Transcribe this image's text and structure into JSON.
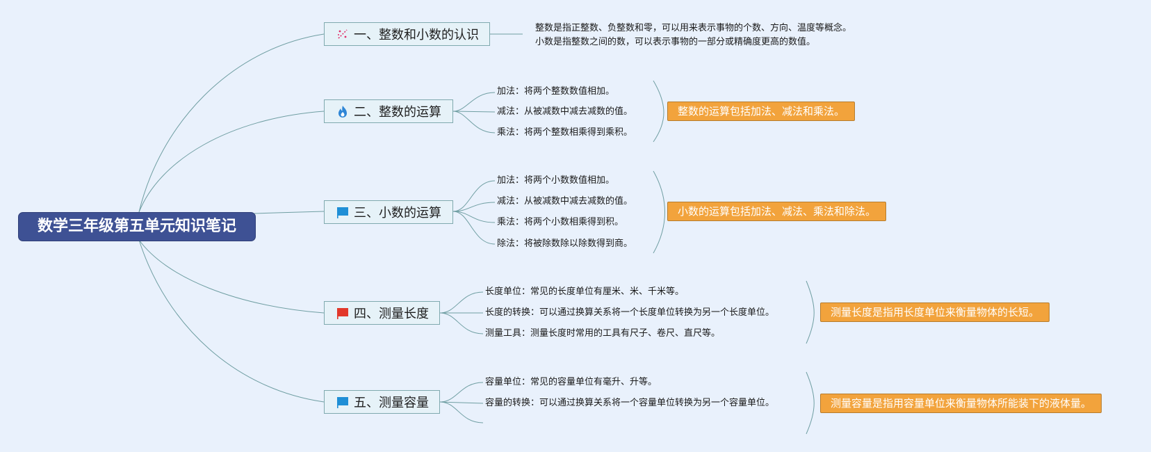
{
  "root": {
    "title": "数学三年级第五单元知识笔记"
  },
  "topics": [
    {
      "label": "一、整数和小数的认识",
      "icon": "sparkle-icon",
      "notes": [
        "整数是指正整数、负整数和零，可以用来表示事物的个数、方向、温度等概念。",
        "小数是指整数之间的数，可以表示事物的一部分或精确度更高的数值。"
      ]
    },
    {
      "label": "二、整数的运算",
      "icon": "fire-icon",
      "items": [
        "加法：将两个整数数值相加。",
        "减法：从被减数中减去减数的值。",
        "乘法：将两个整数相乘得到乘积。"
      ],
      "summary": "整数的运算包括加法、减法和乘法。"
    },
    {
      "label": "三、小数的运算",
      "icon": "blue-flag-icon",
      "items": [
        "加法：将两个小数数值相加。",
        "减法：从被减数中减去减数的值。",
        "乘法：将两个小数相乘得到积。",
        "除法：将被除数除以除数得到商。"
      ],
      "summary": "小数的运算包括加法、减法、乘法和除法。"
    },
    {
      "label": "四、测量长度",
      "icon": "red-flag-icon",
      "items": [
        "长度单位：常见的长度单位有厘米、米、千米等。",
        "长度的转换：可以通过换算关系将一个长度单位转换为另一个长度单位。",
        "测量工具：测量长度时常用的工具有尺子、卷尺、直尺等。"
      ],
      "summary": "测量长度是指用长度单位来衡量物体的长短。"
    },
    {
      "label": "五、测量容量",
      "icon": "blue-flag-icon",
      "items": [
        "容量单位：常见的容量单位有毫升、升等。",
        "容量的转换：可以通过换算关系将一个容量单位转换为另一个容量单位。",
        ""
      ],
      "summary": "测量容量是指用容量单位来衡量物体所能装下的液体量。"
    },
    {
      "colors": {
        "root": "#3e5194",
        "topic_fill": "#e6f2f8",
        "topic_border": "#7fa9ae",
        "summary": "#f2a33c",
        "line": "#6f9ea2",
        "flag_blue": "#1f8fd6",
        "flag_red": "#e2382a",
        "fire": "#2f86d6",
        "sparkle": "#e0306a"
      }
    }
  ]
}
